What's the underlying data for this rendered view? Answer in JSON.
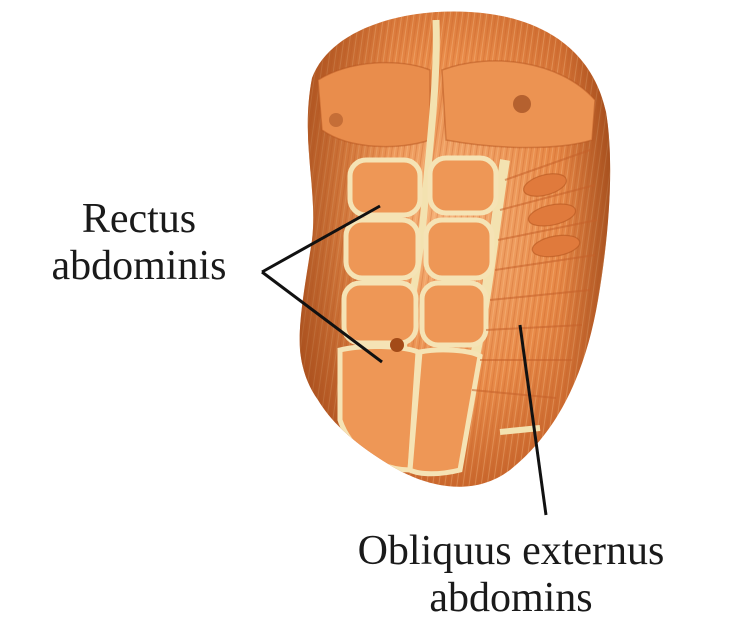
{
  "labels": {
    "rectus": {
      "line1": "Rectus",
      "line2": "abdominis"
    },
    "obliquus": {
      "line1": "Obliquus externus",
      "line2": "abdomins"
    }
  },
  "colors": {
    "muscle_light": "#f2a56a",
    "muscle_mid": "#e4803f",
    "muscle_dark": "#b9551e",
    "tendon": "#f3e2b0",
    "leader_line": "#111111"
  },
  "icons": {
    "torso": "abdominal-muscles-illustration"
  }
}
